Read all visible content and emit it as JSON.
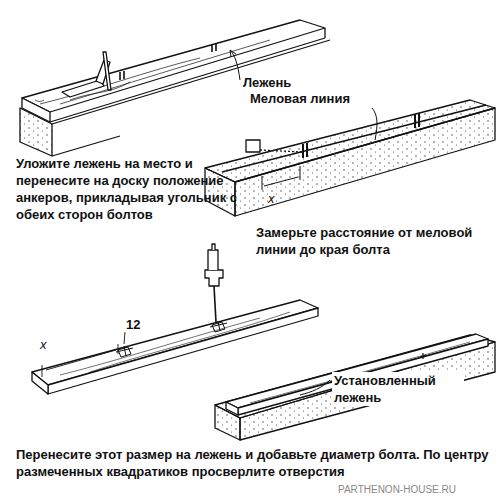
{
  "diagram": {
    "labels": [
      "Лежень",
      "Уложите лежень на место и перенесите на доску положение анкеров, прикладывая угольник с обеих сторон болтов",
      "Меловая линия",
      "x",
      "Замерьте расстояние от меловой линии до края болта",
      "x",
      "12",
      "Установленный лежень",
      "Перенесите этот размер на лежень и добавьте диаметр болта. По центру размеченных квадратиков просверлите отверстия",
      "PARTHENON-HOUSE.RU"
    ]
  }
}
